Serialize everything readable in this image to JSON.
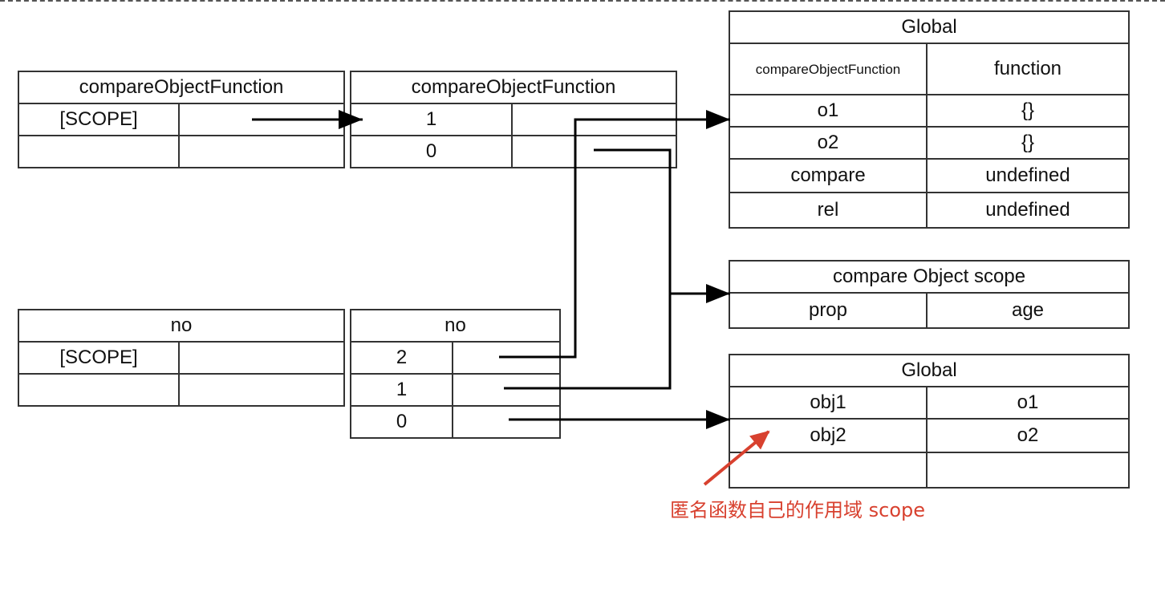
{
  "tables": {
    "cof_left": {
      "title": "compareObjectFunction",
      "rows": [
        [
          "[SCOPE]",
          ""
        ],
        [
          "",
          ""
        ]
      ]
    },
    "cof_chain": {
      "title": "compareObjectFunction",
      "rows": [
        [
          "1",
          ""
        ],
        [
          "0",
          ""
        ]
      ]
    },
    "global_top": {
      "title": "Global",
      "rows": [
        [
          "compareObjectFunction",
          "function"
        ],
        [
          "o1",
          "{}"
        ],
        [
          "o2",
          "{}"
        ],
        [
          "compare",
          "undefined"
        ],
        [
          "rel",
          "undefined"
        ]
      ]
    },
    "compare_scope": {
      "title": "compare Object scope",
      "rows": [
        [
          "prop",
          "age"
        ]
      ]
    },
    "no_left": {
      "title": "no",
      "rows": [
        [
          "[SCOPE]",
          ""
        ],
        [
          "",
          ""
        ]
      ]
    },
    "no_chain": {
      "title": "no",
      "rows": [
        [
          "2",
          ""
        ],
        [
          "1",
          ""
        ],
        [
          "0",
          ""
        ]
      ]
    },
    "global_bottom": {
      "title": "Global",
      "rows": [
        [
          "obj1",
          "o1"
        ],
        [
          "obj2",
          "o2"
        ],
        [
          "",
          ""
        ]
      ]
    }
  },
  "annotation": {
    "text": "匿名函数自己的作用域 scope",
    "color": "#d8412f"
  },
  "colors": {
    "line": "#000000",
    "border": "#333333"
  }
}
